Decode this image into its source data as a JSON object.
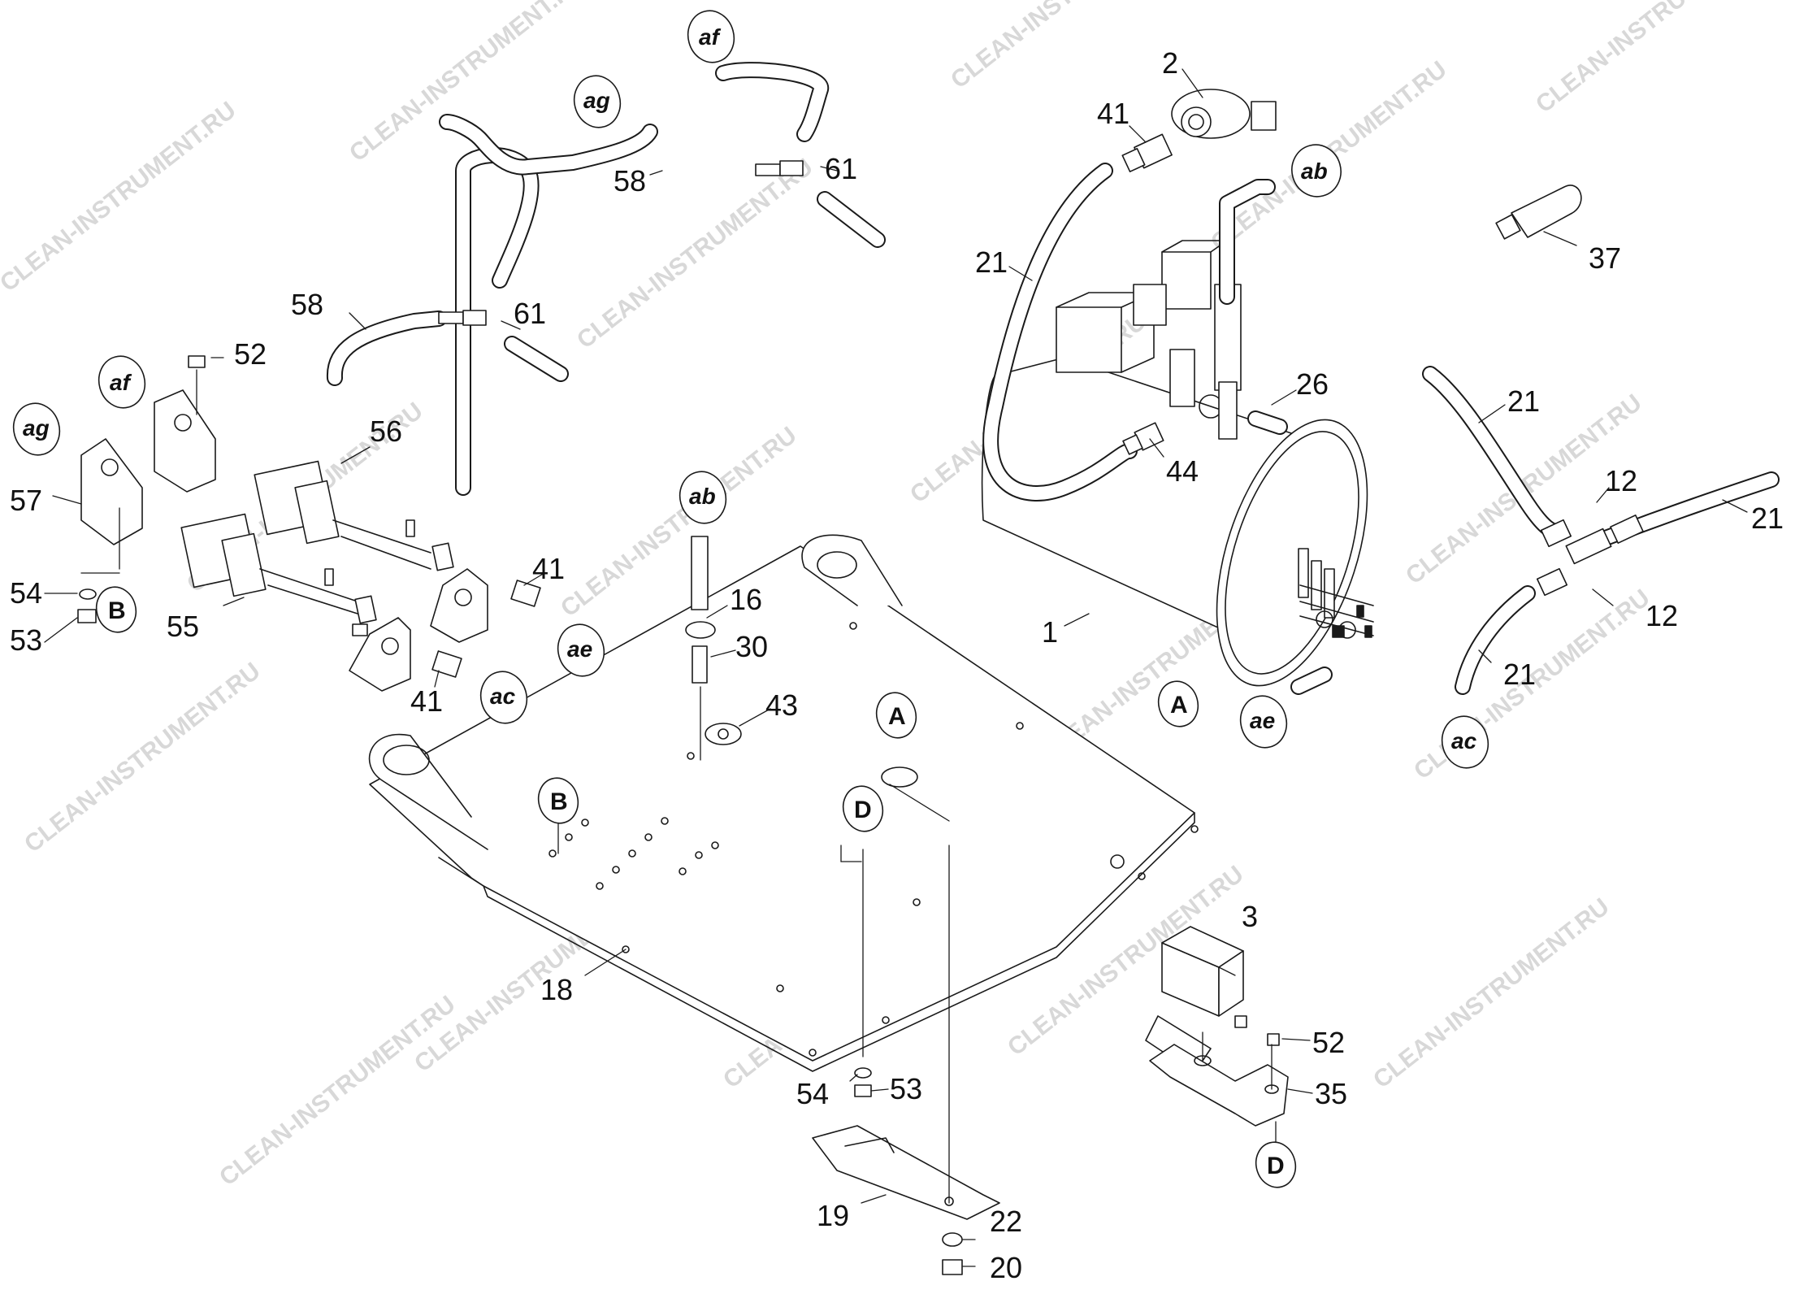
{
  "watermark": "CLEAN-INSTRUMENT.RU",
  "part_numbers": [
    "1",
    "2",
    "3",
    "12",
    "16",
    "18",
    "19",
    "20",
    "21",
    "22",
    "26",
    "30",
    "35",
    "37",
    "41",
    "43",
    "44",
    "52",
    "53",
    "54",
    "55",
    "56",
    "57",
    "58",
    "61"
  ],
  "callouts": {
    "p2": "2",
    "p41a": "41",
    "p21a": "21",
    "p37": "37",
    "p26": "26",
    "p44": "44",
    "p21b": "21",
    "p12a": "12",
    "p21c": "21",
    "p12b": "12",
    "p21d": "21",
    "p1": "1",
    "p61a": "61",
    "p58a": "58",
    "p58b": "58",
    "p61b": "61",
    "p52a": "52",
    "p56": "56",
    "p57": "57",
    "p54a": "54",
    "p53a": "53",
    "p55": "55",
    "p41b": "41",
    "p41c": "41",
    "p16": "16",
    "p30": "30",
    "p43": "43",
    "p18": "18",
    "p3": "3",
    "p52b": "52",
    "p35": "35",
    "p54b": "54",
    "p53b": "53",
    "p19": "19",
    "p22": "22",
    "p20": "20"
  },
  "connection_tags": {
    "af_top": "af",
    "ag_top": "ag",
    "ab_right": "ab",
    "af_left": "af",
    "ag_left": "ag",
    "B_left": "B",
    "ab_mid": "ab",
    "ae_left": "ae",
    "ac_left": "ac",
    "A_tank": "A",
    "ae_tank": "ae",
    "ac_right": "ac",
    "A_plate": "A",
    "D_plate": "D",
    "B_plate": "B",
    "D_bracket": "D"
  }
}
